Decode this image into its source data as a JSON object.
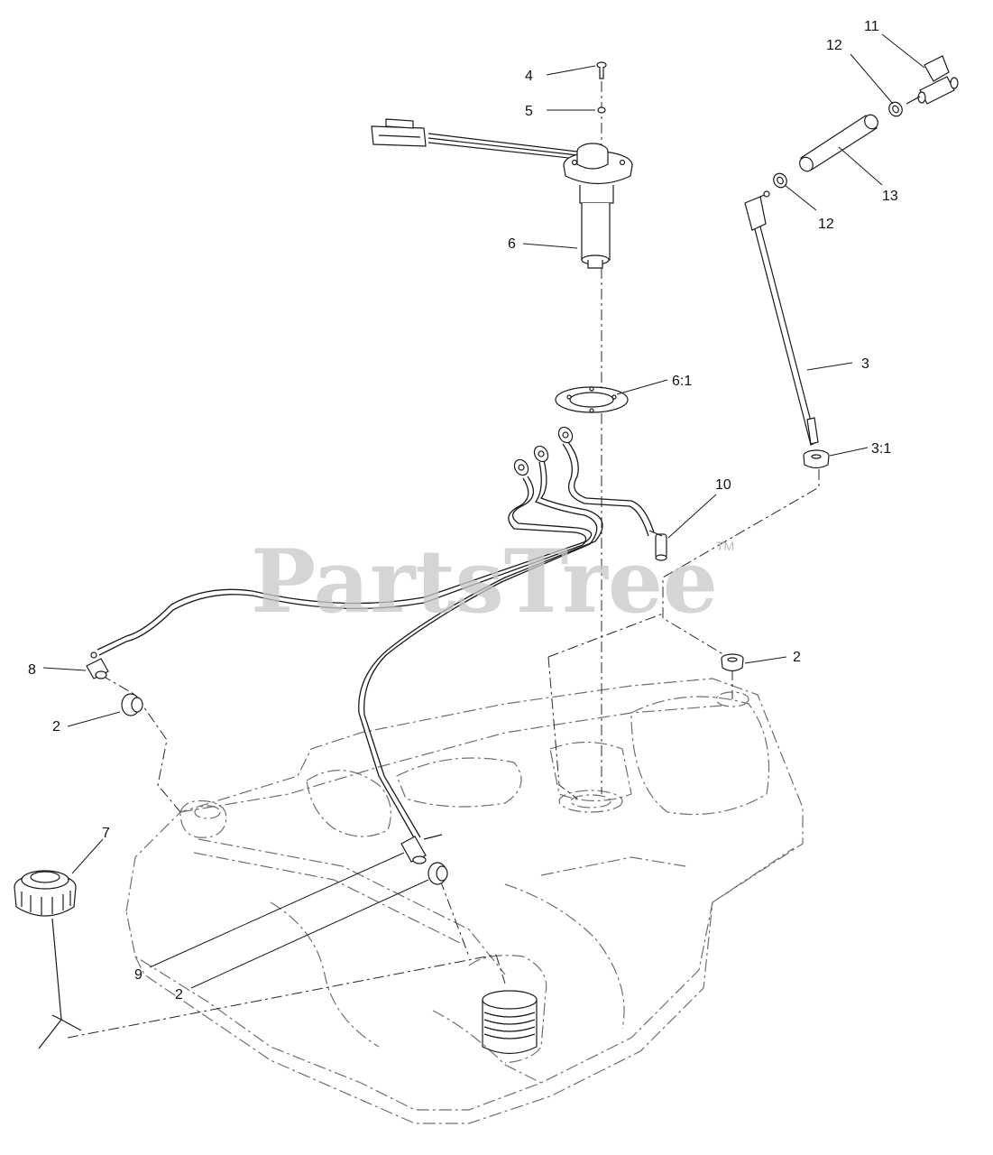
{
  "watermark": {
    "text": "PartsTree",
    "trademark": "TM"
  },
  "callouts": {
    "c4": "4",
    "c5": "5",
    "c6": "6",
    "c6_1": "6:1",
    "c11": "11",
    "c12a": "12",
    "c12b": "12",
    "c13": "13",
    "c3": "3",
    "c3_1": "3:1",
    "c10": "10",
    "c8": "8",
    "c2a": "2",
    "c2b": "2",
    "c2c": "2",
    "c7": "7",
    "c9": "9"
  },
  "colors": {
    "line": "#1a1a1a",
    "ghost": "#6f6f6f",
    "watermark": "#c8c8c8"
  }
}
